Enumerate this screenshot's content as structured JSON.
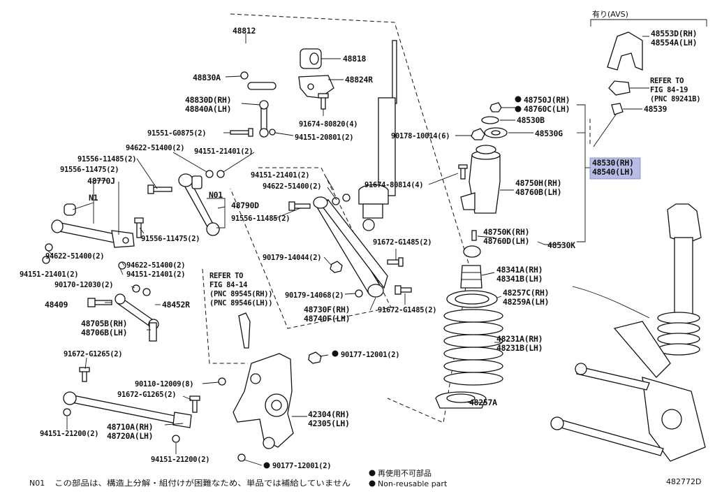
{
  "labels": {
    "p48812": "48812",
    "p48818": "48818",
    "p48830A": "48830A",
    "p48824R": "48824R",
    "p48830D": "48830D(RH)",
    "p48840A": "48840A(LH)",
    "p91674_80820": "91674-80820(4)",
    "p91551": "91551-G0875(2)",
    "p94151_20801": "94151-20801(2)",
    "p94622_top": "94622-51400(2)",
    "p91556_11485_a": "91556-11485(2)",
    "p94151_21401_a": "94151-21401(2)",
    "p91556_11475_a": "91556-11475(2)",
    "p48770J": "48770J",
    "pN1a": "N1",
    "pN01": "N01",
    "p48790D": "48790D",
    "p91556_11475_b": "91556-11475(2)",
    "p91556_11485_b": "91556-11485(2)",
    "p94622_mid": "94622-51400(2)",
    "p94151_21401_b": "94151-21401(2)",
    "p94622_low": "94622-51400(2)",
    "p94151_21401_c": "94151-21401(2)",
    "p94151_21401_d": "94151-21401(2)",
    "p94622_right": "94622-51400(2)",
    "p90170": "90170-12030(2)",
    "p48409": "48409",
    "p48452R": "48452R",
    "p48705B": "48705B(RH)",
    "p48706B": "48706B(LH)",
    "refer_a1": "REFER TO",
    "refer_a2": "FIG 84-14",
    "refer_a3": "(PNC 89545(RH))",
    "refer_a4": "(PNC 89546(LH))",
    "p90179_14044": "90179-14044(2)",
    "p90179_14068": "90179-14068(2)",
    "p48730F": "48730F(RH)",
    "p48740F": "48740F(LH)",
    "p91672_G1485_a": "91672-G1485(2)",
    "p91672_G1485_b": "91672-G1485(2)",
    "p91674_80814": "91674-80814(4)",
    "p90178": "90178-10014(6)",
    "p48750J": "48750J(RH)",
    "p48760C": "48760C(LH)",
    "p48530B": "48530B",
    "p48530G": "48530G",
    "p48750H": "48750H(RH)",
    "p48760B": "48760B(LH)",
    "p48750K": "48750K(RH)",
    "p48760D": "48760D(LH)",
    "p48530K": "48530K",
    "p48530": "48530(RH)",
    "p48540": "48540(LH)",
    "p48341A": "48341A(RH)",
    "p48341B": "48341B(LH)",
    "p48257C": "48257C(RH)",
    "p48259A": "48259A(LH)",
    "p48231A": "48231A(RH)",
    "p48231B": "48231B(LH)",
    "p48257A": "48257A",
    "p90177_a": "90177-12001(2)",
    "p90177_b": "90177-12001(2)",
    "p42304": "42304(RH)",
    "p42305": "42305(LH)",
    "p91672_G1265_a": "91672-G1265(2)",
    "p90110": "90110-12009(8)",
    "p91672_G1265_b": "91672-G1265(2)",
    "p94151_21200_a": "94151-21200(2)",
    "p48710A": "48710A(RH)",
    "p48720A": "48720A(LH)",
    "p94151_21200_b": "94151-21200(2)",
    "avs": "有り(AVS)",
    "p48553D": "48553D(RH)",
    "p48554A": "48554A(LH)",
    "refer_b1": "REFER TO",
    "refer_b2": "FIG 84-19",
    "refer_b3": "(PNC 89241B)",
    "p48539": "48539",
    "footnote_code": "N01",
    "footnote_text": "この部品は、構造上分解・組付けが困難なため、単品では補給していません",
    "legend_jp": "再使用不可部品",
    "legend_en": "Non-reusable part",
    "fig_id": "482772D"
  },
  "highlight_color": "#b9bde6"
}
